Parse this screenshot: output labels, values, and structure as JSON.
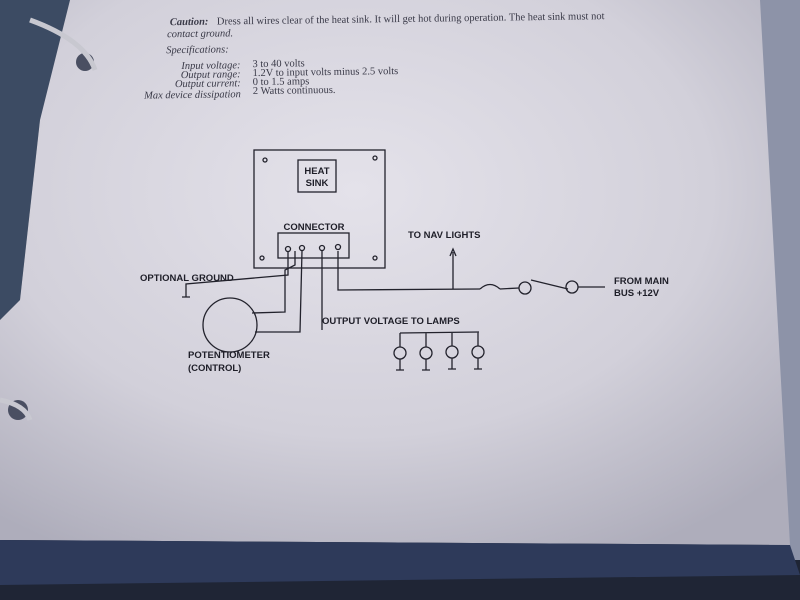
{
  "document": {
    "caution_label": "Caution:",
    "caution_text": "Dress all wires clear of the heat sink.  It will get hot during operation.  The heat sink must not",
    "caution_text_2": "contact ground.",
    "specs_heading": "Specifications:",
    "specs": [
      {
        "label": "Input voltage:",
        "value": "3 to 40 volts"
      },
      {
        "label": "Output range:",
        "value": "1.2V to input volts minus 2.5 volts"
      },
      {
        "label": "Output current:",
        "value": "0 to 1.5 amps"
      },
      {
        "label": "Max device dissipation",
        "value": "2 Watts continuous."
      }
    ]
  },
  "diagram": {
    "heat_sink_1": "HEAT",
    "heat_sink_2": "SINK",
    "connector": "CONNECTOR",
    "optional_ground": "OPTIONAL GROUND",
    "nav_lights": "TO NAV LIGHTS",
    "main_bus_1": "FROM MAIN",
    "main_bus_2": "BUS +12V",
    "output_lamps": "OUTPUT VOLTAGE TO LAMPS",
    "pot_1": "POTENTIOMETER",
    "pot_2": "(CONTROL)"
  }
}
